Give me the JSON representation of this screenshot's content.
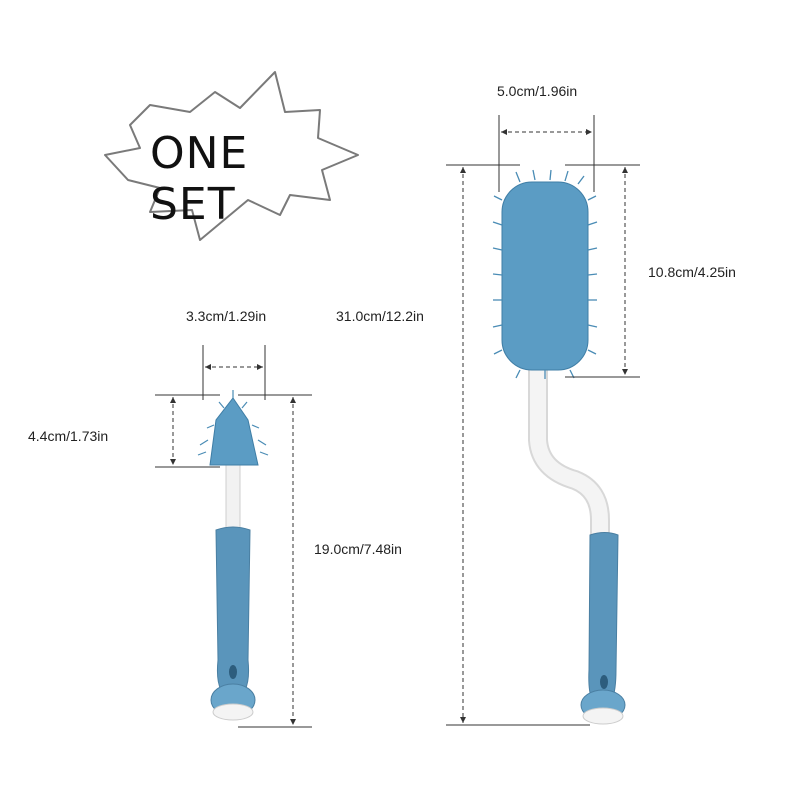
{
  "badge": {
    "text": "ONE SET"
  },
  "small_brush": {
    "head_width": "3.3cm/1.29in",
    "head_height": "4.4cm/1.73in",
    "total_length": "19.0cm/7.48in"
  },
  "large_brush": {
    "head_width": "5.0cm/1.96in",
    "head_height": "10.8cm/4.25in",
    "total_length": "31.0cm/12.2in"
  },
  "colors": {
    "silicone_blue": "#5b9cc4",
    "handle_blue": "#5a95bb",
    "stem_white": "#f2f2f2",
    "dimension_line": "#333333"
  }
}
